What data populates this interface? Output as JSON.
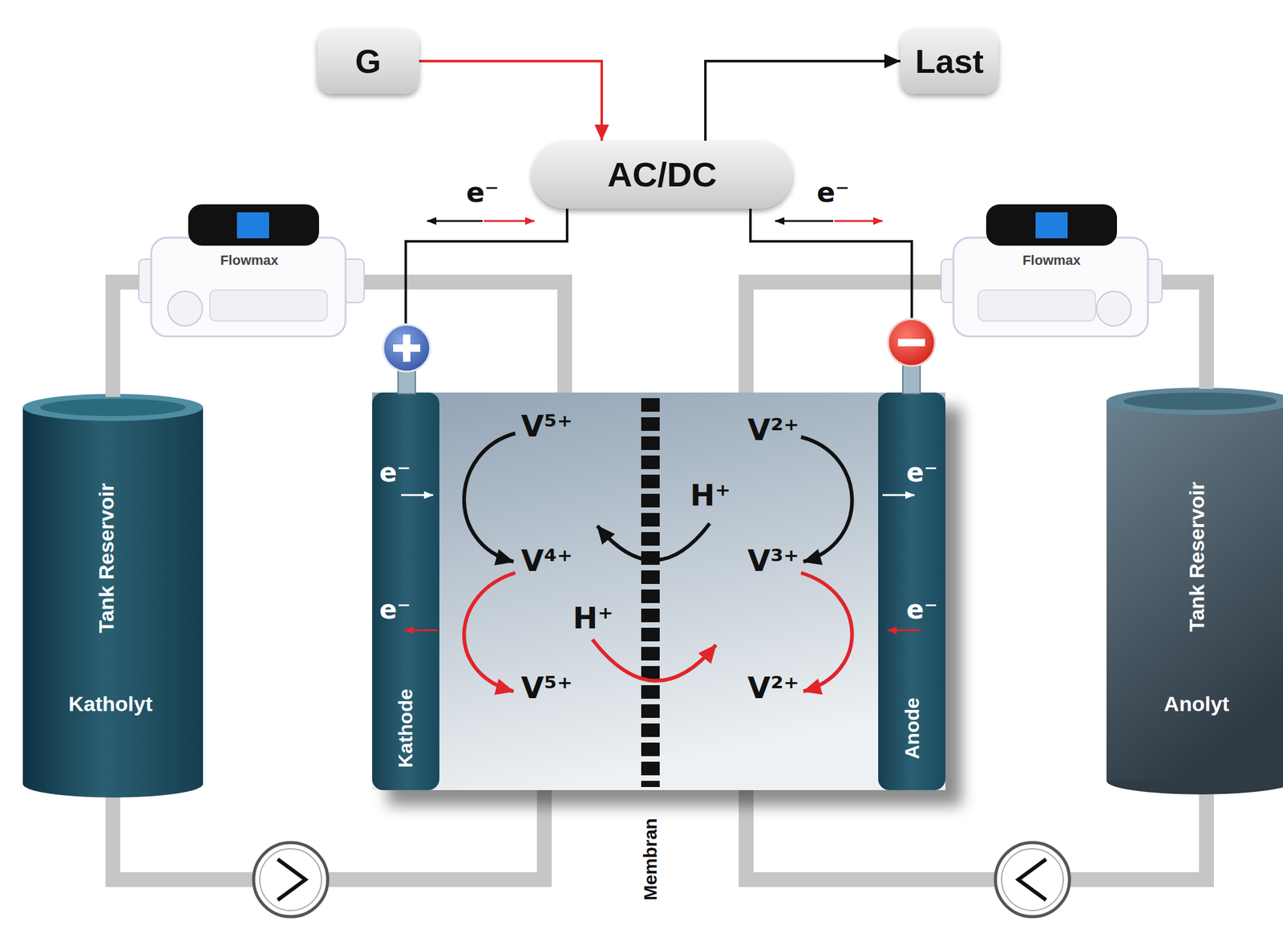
{
  "diagram": {
    "nodes": [
      {
        "text": [
          "G"
        ]
      },
      {
        "text": [
          "Last"
        ]
      },
      {
        "text": [
          "AC/DC"
        ]
      },
      {
        "text": [
          "Flowmax"
        ]
      },
      {
        "text": [
          "Flowmax"
        ]
      },
      {
        "text": [
          "Tank Reservoir",
          "Katholyt"
        ]
      },
      {
        "text": [
          "Kathode"
        ]
      },
      {
        "text": [
          "Anode"
        ]
      },
      {
        "text": [
          "Tank Reservoir",
          "Anolyt"
        ]
      }
    ],
    "edges": [
      {
        "from": 0,
        "to": 2,
        "arrow": "to"
      },
      {
        "from": 2,
        "to": 1,
        "arrow": "to"
      },
      {
        "from": 2,
        "to": 6,
        "arrow": "none"
      },
      {
        "from": 2,
        "to": 7,
        "arrow": "none"
      },
      {
        "from": 5,
        "to": 3,
        "arrow": "none"
      },
      {
        "from": 8,
        "to": 4,
        "arrow": "none"
      }
    ],
    "labels": [
      "e⁻",
      "e⁻",
      "V⁵⁺",
      "V²⁺",
      "e⁻",
      "e⁻",
      "H⁺",
      "V⁴⁺",
      "V³⁺",
      "e⁻",
      "e⁻",
      "H⁺",
      "V⁵⁺",
      "V²⁺",
      "Membran"
    ]
  }
}
